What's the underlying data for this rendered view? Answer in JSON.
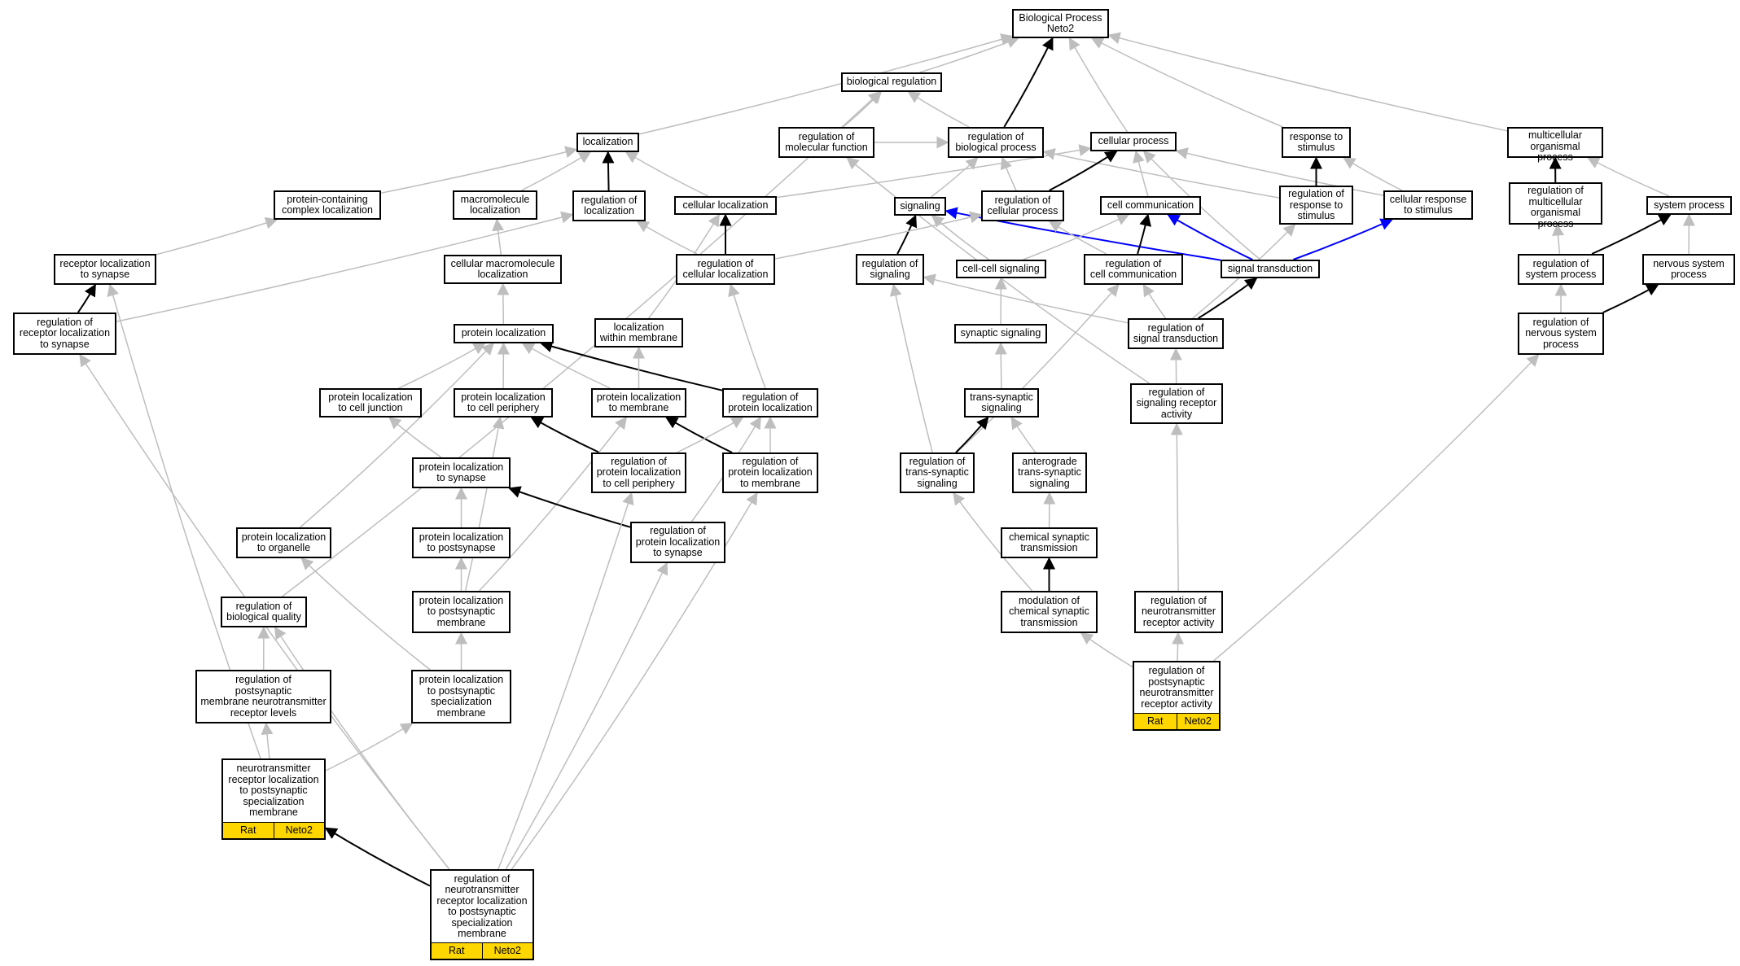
{
  "nodes": [
    {
      "id": "bp",
      "lines": [
        "Biological Process",
        "Neto2"
      ]
    },
    {
      "id": "breg",
      "lines": [
        "biological regulation"
      ]
    },
    {
      "id": "loc",
      "lines": [
        "localization"
      ]
    },
    {
      "id": "rmf",
      "lines": [
        "regulation of",
        "molecular function"
      ]
    },
    {
      "id": "rbp",
      "lines": [
        "regulation of",
        "biological process"
      ]
    },
    {
      "id": "cp",
      "lines": [
        "cellular process"
      ]
    },
    {
      "id": "rts",
      "lines": [
        "response to",
        "stimulus"
      ]
    },
    {
      "id": "mop",
      "lines": [
        "multicellular",
        "organismal process"
      ]
    },
    {
      "id": "pcl",
      "lines": [
        "protein-containing",
        "complex localization"
      ]
    },
    {
      "id": "mml",
      "lines": [
        "macromolecule",
        "localization"
      ]
    },
    {
      "id": "rloc",
      "lines": [
        "regulation of",
        "localization"
      ]
    },
    {
      "id": "cl",
      "lines": [
        "cellular localization"
      ]
    },
    {
      "id": "sig",
      "lines": [
        "signaling"
      ]
    },
    {
      "id": "rcp",
      "lines": [
        "regulation of",
        "cellular process"
      ]
    },
    {
      "id": "cc",
      "lines": [
        "cell communication"
      ]
    },
    {
      "id": "rrs",
      "lines": [
        "regulation of",
        "response to",
        "stimulus"
      ]
    },
    {
      "id": "crs",
      "lines": [
        "cellular response",
        "to stimulus"
      ]
    },
    {
      "id": "rmop",
      "lines": [
        "regulation of",
        "multicellular",
        "organismal process"
      ]
    },
    {
      "id": "sp",
      "lines": [
        "system process"
      ]
    },
    {
      "id": "rls",
      "lines": [
        "receptor localization",
        "to synapse"
      ]
    },
    {
      "id": "cml",
      "lines": [
        "cellular macromolecule",
        "localization"
      ]
    },
    {
      "id": "rcl",
      "lines": [
        "regulation of",
        "cellular localization"
      ]
    },
    {
      "id": "rsig",
      "lines": [
        "regulation of",
        "signaling"
      ]
    },
    {
      "id": "ccs",
      "lines": [
        "cell-cell signaling"
      ]
    },
    {
      "id": "rcc",
      "lines": [
        "regulation of",
        "cell communication"
      ]
    },
    {
      "id": "st",
      "lines": [
        "signal transduction"
      ]
    },
    {
      "id": "rsp",
      "lines": [
        "regulation of",
        "system process"
      ]
    },
    {
      "id": "nsp",
      "lines": [
        "nervous system",
        "process"
      ]
    },
    {
      "id": "rrls",
      "lines": [
        "regulation of",
        "receptor localization",
        "to synapse"
      ]
    },
    {
      "id": "pl",
      "lines": [
        "protein localization"
      ]
    },
    {
      "id": "lwm",
      "lines": [
        "localization",
        "within membrane"
      ]
    },
    {
      "id": "ss",
      "lines": [
        "synaptic signaling"
      ]
    },
    {
      "id": "rst",
      "lines": [
        "regulation of",
        "signal transduction"
      ]
    },
    {
      "id": "rnsp",
      "lines": [
        "regulation of",
        "nervous system",
        "process"
      ]
    },
    {
      "id": "plcj",
      "lines": [
        "protein localization",
        "to cell junction"
      ]
    },
    {
      "id": "plcp",
      "lines": [
        "protein localization",
        "to cell periphery"
      ]
    },
    {
      "id": "plm",
      "lines": [
        "protein localization",
        "to membrane"
      ]
    },
    {
      "id": "rpl",
      "lines": [
        "regulation of",
        "protein localization"
      ]
    },
    {
      "id": "tss",
      "lines": [
        "trans-synaptic",
        "signaling"
      ]
    },
    {
      "id": "rsra",
      "lines": [
        "regulation of",
        "signaling receptor",
        "activity"
      ]
    },
    {
      "id": "pls",
      "lines": [
        "protein localization",
        "to synapse"
      ]
    },
    {
      "id": "rplcp",
      "lines": [
        "regulation of",
        "protein localization",
        "to cell periphery"
      ]
    },
    {
      "id": "rplm",
      "lines": [
        "regulation of",
        "protein localization",
        "to membrane"
      ]
    },
    {
      "id": "rtss",
      "lines": [
        "regulation of",
        "trans-synaptic",
        "signaling"
      ]
    },
    {
      "id": "atss",
      "lines": [
        "anterograde",
        "trans-synaptic",
        "signaling"
      ]
    },
    {
      "id": "plo",
      "lines": [
        "protein localization",
        "to organelle"
      ]
    },
    {
      "id": "plps",
      "lines": [
        "protein localization",
        "to postsynapse"
      ]
    },
    {
      "id": "rpls",
      "lines": [
        "regulation of",
        "protein localization",
        "to synapse"
      ]
    },
    {
      "id": "cst",
      "lines": [
        "chemical synaptic",
        "transmission"
      ]
    },
    {
      "id": "rbq",
      "lines": [
        "regulation of",
        "biological quality"
      ]
    },
    {
      "id": "plpm",
      "lines": [
        "protein localization",
        "to postsynaptic",
        "membrane"
      ]
    },
    {
      "id": "mcst",
      "lines": [
        "modulation of",
        "chemical synaptic",
        "transmission"
      ]
    },
    {
      "id": "rnra",
      "lines": [
        "regulation of",
        "neurotransmitter",
        "receptor activity"
      ]
    },
    {
      "id": "rpmnrl",
      "lines": [
        "regulation of",
        "postsynaptic",
        "membrane neurotransmitter",
        "receptor levels"
      ]
    },
    {
      "id": "plpsm",
      "lines": [
        "protein localization",
        "to postsynaptic",
        "specialization",
        "membrane"
      ]
    },
    {
      "id": "rpnra",
      "lines": [
        "regulation of",
        "postsynaptic",
        "neurotransmitter",
        "receptor activity"
      ],
      "tags": [
        "Rat",
        "Neto2"
      ]
    },
    {
      "id": "nrl",
      "lines": [
        "neurotransmitter",
        "receptor localization",
        "to postsynaptic",
        "specialization",
        "membrane"
      ],
      "tags": [
        "Rat",
        "Neto2"
      ]
    },
    {
      "id": "rnrl",
      "lines": [
        "regulation of",
        "neurotransmitter",
        "receptor localization",
        "to postsynaptic",
        "specialization",
        "membrane"
      ],
      "tags": [
        "Rat",
        "Neto2"
      ]
    }
  ],
  "edges": [
    [
      "breg",
      "bp",
      "gray"
    ],
    [
      "loc",
      "bp",
      "gray"
    ],
    [
      "rbp",
      "bp",
      "black"
    ],
    [
      "cp",
      "bp",
      "gray"
    ],
    [
      "rts",
      "bp",
      "gray"
    ],
    [
      "mop",
      "bp",
      "gray"
    ],
    [
      "rmf",
      "breg",
      "gray"
    ],
    [
      "rbp",
      "breg",
      "gray"
    ],
    [
      "rbq",
      "breg",
      "gray"
    ],
    [
      "pcl",
      "loc",
      "gray"
    ],
    [
      "mml",
      "loc",
      "gray"
    ],
    [
      "rloc",
      "loc",
      "black"
    ],
    [
      "cl",
      "loc",
      "gray"
    ],
    [
      "rmf",
      "rbp",
      "gray"
    ],
    [
      "sig",
      "rbp",
      "gray"
    ],
    [
      "rcp",
      "rbp",
      "gray"
    ],
    [
      "rrs",
      "rbp",
      "gray"
    ],
    [
      "rcp",
      "cp",
      "black"
    ],
    [
      "cc",
      "cp",
      "gray"
    ],
    [
      "cl",
      "cp",
      "gray"
    ],
    [
      "st",
      "cp",
      "gray"
    ],
    [
      "crs",
      "cp",
      "gray"
    ],
    [
      "rrs",
      "rts",
      "black"
    ],
    [
      "crs",
      "rts",
      "gray"
    ],
    [
      "rmop",
      "mop",
      "black"
    ],
    [
      "sp",
      "mop",
      "gray"
    ],
    [
      "rls",
      "pcl",
      "gray"
    ],
    [
      "cml",
      "mml",
      "gray"
    ],
    [
      "rrls",
      "rloc",
      "gray"
    ],
    [
      "rcl",
      "rloc",
      "gray"
    ],
    [
      "rcl",
      "cl",
      "black"
    ],
    [
      "lwm",
      "cl",
      "gray"
    ],
    [
      "rsig",
      "sig",
      "black"
    ],
    [
      "ccs",
      "sig",
      "gray"
    ],
    [
      "st",
      "sig",
      "blue"
    ],
    [
      "rcc",
      "rcp",
      "gray"
    ],
    [
      "rcl",
      "rcp",
      "gray"
    ],
    [
      "rcc",
      "cc",
      "black"
    ],
    [
      "ccs",
      "cc",
      "gray"
    ],
    [
      "st",
      "cc",
      "blue"
    ],
    [
      "st",
      "crs",
      "blue"
    ],
    [
      "rst",
      "rrs",
      "gray"
    ],
    [
      "rsp",
      "rmop",
      "gray"
    ],
    [
      "rsp",
      "sp",
      "black"
    ],
    [
      "nsp",
      "sp",
      "gray"
    ],
    [
      "rrls",
      "rls",
      "black"
    ],
    [
      "nrl",
      "rls",
      "gray"
    ],
    [
      "pl",
      "cml",
      "gray"
    ],
    [
      "rpl",
      "rcl",
      "gray"
    ],
    [
      "rst",
      "rsig",
      "gray"
    ],
    [
      "rtss",
      "rsig",
      "gray"
    ],
    [
      "ss",
      "ccs",
      "gray"
    ],
    [
      "rst",
      "rcc",
      "gray"
    ],
    [
      "rtss",
      "rcc",
      "gray"
    ],
    [
      "rst",
      "st",
      "black"
    ],
    [
      "rnsp",
      "rsp",
      "gray"
    ],
    [
      "rnsp",
      "nsp",
      "black"
    ],
    [
      "rpnra",
      "rnsp",
      "gray"
    ],
    [
      "rnrl",
      "rrls",
      "gray"
    ],
    [
      "plcj",
      "pl",
      "gray"
    ],
    [
      "plcp",
      "pl",
      "gray"
    ],
    [
      "plm",
      "pl",
      "gray"
    ],
    [
      "rpl",
      "pl",
      "black"
    ],
    [
      "plo",
      "pl",
      "gray"
    ],
    [
      "plm",
      "lwm",
      "gray"
    ],
    [
      "tss",
      "ss",
      "gray"
    ],
    [
      "rsra",
      "rst",
      "gray"
    ],
    [
      "rsra",
      "rmf",
      "gray"
    ],
    [
      "pls",
      "plcj",
      "gray"
    ],
    [
      "rplcp",
      "plcp",
      "black"
    ],
    [
      "plpm",
      "plcp",
      "gray"
    ],
    [
      "rplm",
      "plm",
      "black"
    ],
    [
      "plpm",
      "plm",
      "gray"
    ],
    [
      "rplcp",
      "rpl",
      "gray"
    ],
    [
      "rplm",
      "rpl",
      "gray"
    ],
    [
      "rpls",
      "rpl",
      "gray"
    ],
    [
      "rtss",
      "tss",
      "black"
    ],
    [
      "atss",
      "tss",
      "gray"
    ],
    [
      "rnra",
      "rsra",
      "gray"
    ],
    [
      "plps",
      "pls",
      "gray"
    ],
    [
      "rpls",
      "pls",
      "black"
    ],
    [
      "rnrl",
      "rplcp",
      "gray"
    ],
    [
      "rnrl",
      "rplm",
      "gray"
    ],
    [
      "mcst",
      "rtss",
      "gray"
    ],
    [
      "cst",
      "atss",
      "gray"
    ],
    [
      "rnrl",
      "rpls",
      "gray"
    ],
    [
      "mcst",
      "cst",
      "black"
    ],
    [
      "plpsm",
      "plo",
      "gray"
    ],
    [
      "plpm",
      "plps",
      "gray"
    ],
    [
      "rpmnrl",
      "rbq",
      "gray"
    ],
    [
      "rnrl",
      "rbq",
      "gray"
    ],
    [
      "rpnra",
      "rnra",
      "gray"
    ],
    [
      "rpnra",
      "mcst",
      "gray"
    ],
    [
      "plpsm",
      "plpm",
      "gray"
    ],
    [
      "nrl",
      "rpmnrl",
      "gray"
    ],
    [
      "nrl",
      "plpsm",
      "gray"
    ],
    [
      "rnrl",
      "nrl",
      "black"
    ]
  ],
  "colors": {
    "gray": "#bebebe",
    "black": "#000000",
    "blue": "#0000ff",
    "tag": "#ffd700"
  }
}
